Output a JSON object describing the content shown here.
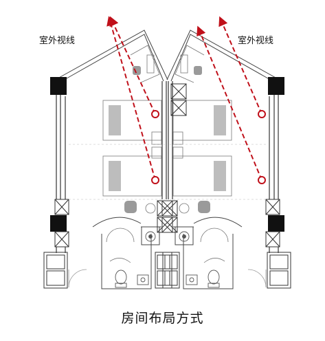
{
  "labels": {
    "outside_view_left": "室外视线",
    "outside_view_right": "室外视线"
  },
  "caption": "房间布局方式",
  "colors": {
    "sightline": "#c0101a",
    "wall": "#333333",
    "pillar": "#111111",
    "furniture": "#9a9a9a"
  },
  "icons": [
    "pillar-block",
    "cabinet-cross-box",
    "bed",
    "armchair",
    "toilet",
    "sink",
    "round-table"
  ]
}
